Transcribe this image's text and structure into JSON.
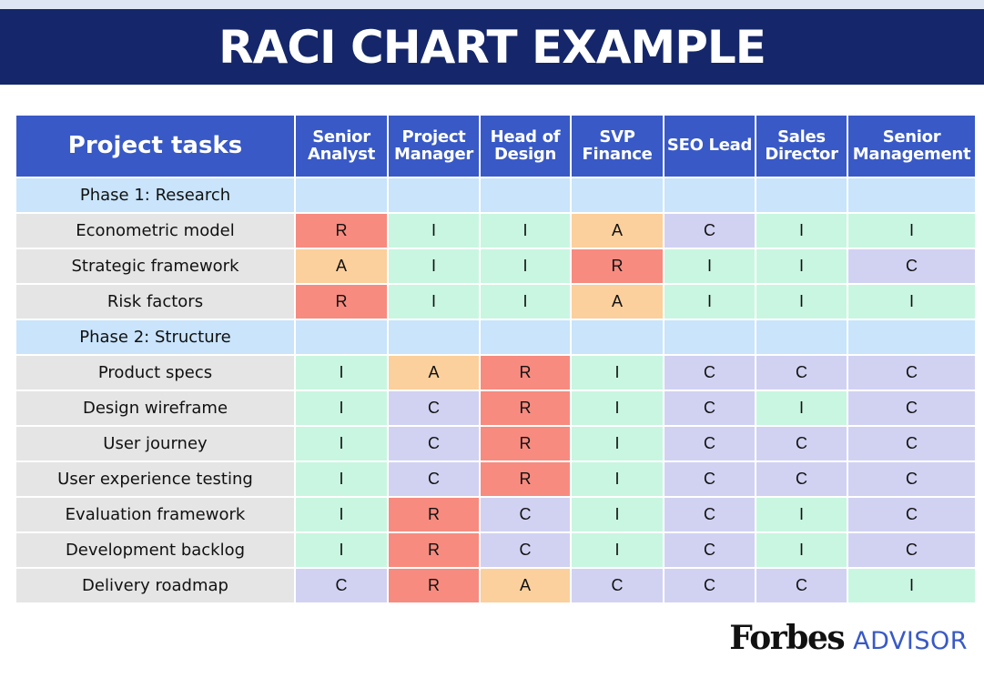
{
  "title": "RACI CHART EXAMPLE",
  "table": {
    "task_header": "Project tasks",
    "roles": [
      "Senior Analyst",
      "Project Manager",
      "Head of Design",
      "SVP Finance",
      "SEO Lead",
      "Sales Director",
      "Senior Management"
    ],
    "rows": [
      {
        "type": "phase",
        "label": "Phase 1: Research"
      },
      {
        "type": "task",
        "label": "Econometric model",
        "values": [
          "R",
          "I",
          "I",
          "A",
          "C",
          "I",
          "I"
        ]
      },
      {
        "type": "task",
        "label": "Strategic framework",
        "values": [
          "A",
          "I",
          "I",
          "R",
          "I",
          "I",
          "C"
        ]
      },
      {
        "type": "task",
        "label": "Risk factors",
        "values": [
          "R",
          "I",
          "I",
          "A",
          "I",
          "I",
          "I"
        ]
      },
      {
        "type": "phase",
        "label": "Phase 2: Structure"
      },
      {
        "type": "task",
        "label": "Product specs",
        "values": [
          "I",
          "A",
          "R",
          "I",
          "C",
          "C",
          "C"
        ]
      },
      {
        "type": "task",
        "label": "Design wireframe",
        "values": [
          "I",
          "C",
          "R",
          "I",
          "C",
          "I",
          "C"
        ]
      },
      {
        "type": "task",
        "label": "User journey",
        "values": [
          "I",
          "C",
          "R",
          "I",
          "C",
          "C",
          "C"
        ]
      },
      {
        "type": "task",
        "label": "User experience testing",
        "values": [
          "I",
          "C",
          "R",
          "I",
          "C",
          "C",
          "C"
        ]
      },
      {
        "type": "task",
        "label": "Evaluation framework",
        "values": [
          "I",
          "R",
          "C",
          "I",
          "C",
          "I",
          "C"
        ]
      },
      {
        "type": "task",
        "label": "Development backlog",
        "values": [
          "I",
          "R",
          "C",
          "I",
          "C",
          "I",
          "C"
        ]
      },
      {
        "type": "task",
        "label": "Delivery roadmap",
        "values": [
          "C",
          "R",
          "A",
          "C",
          "C",
          "C",
          "I"
        ]
      }
    ]
  },
  "colors": {
    "banner": "#15276a",
    "header": "#3859c6",
    "R": "#f78b7f",
    "A": "#fbd09c",
    "C": "#d1d2f2",
    "I": "#c9f6e1",
    "phase": "#c9e4fb",
    "task": "#e5e5e5"
  },
  "logo": {
    "brand": "Forbes",
    "suffix": "ADVISOR"
  }
}
